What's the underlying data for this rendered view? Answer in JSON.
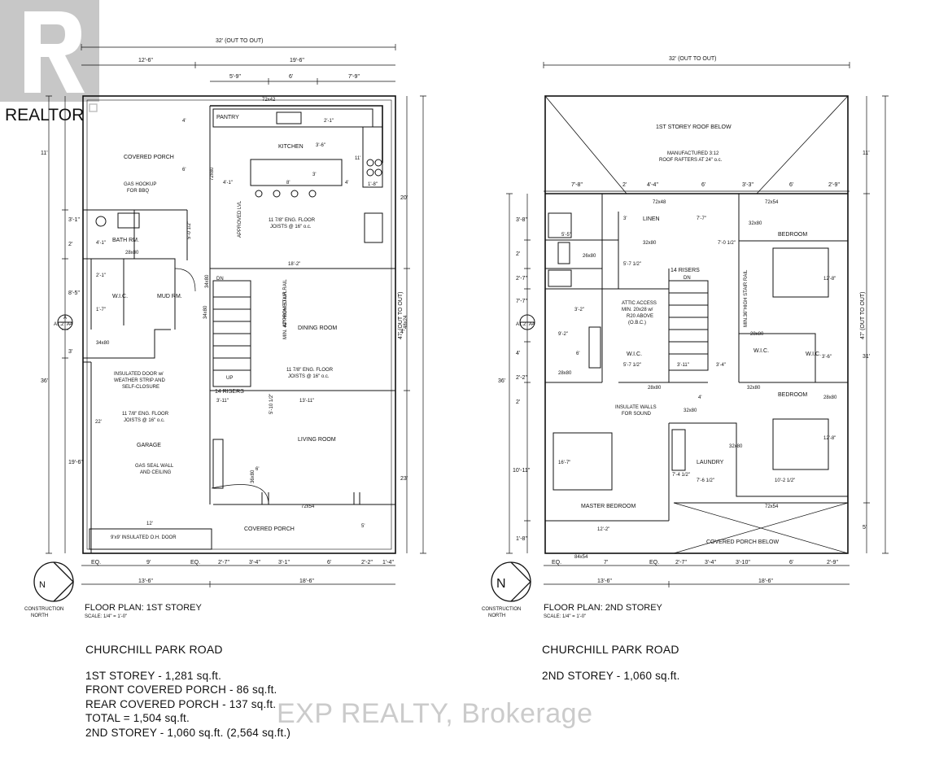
{
  "branding": {
    "logo_text": "REALTOR",
    "watermark": "EXP REALTY, Brokerage"
  },
  "plan1": {
    "title": "FLOOR PLAN: 1ST STOREY",
    "scale": "SCALE: 1/4\" = 1'-0\"",
    "north_label1": "CONSTRUCTION",
    "north_label2": "NORTH",
    "north_letter": "N",
    "dim_overall": "32' (OUT TO OUT)",
    "dim_top_left": "12'-6\"",
    "dim_top_right": "19'-6\"",
    "dim_top_a": "5'-9\"",
    "dim_top_b": "6'",
    "dim_top_c": "7'-9\"",
    "dim_right_outer": "47' (OUT TO OUT)",
    "dim_right_20": "20'",
    "dim_right_4": "4'",
    "dim_right_23": "23'",
    "dim_left_11": "11'",
    "dim_left_36": "36'",
    "dim_left_31": "3'-1\"",
    "dim_left_2": "2'",
    "dim_left_85": "8'-5\"",
    "dim_left_3": "3'",
    "dim_left_196": "19'-6\"",
    "dim_bottom": [
      "EQ.",
      "9'",
      "EQ.",
      "2'-7\"",
      "3'-4\"",
      "3'-1\"",
      "6'",
      "2'-2\"",
      "1'-4\""
    ],
    "dim_bottom_left": "13'-6\"",
    "dim_bottom_right": "18'-6\"",
    "rooms": {
      "pantry": "PANTRY",
      "kitchen": "KITCHEN",
      "covered_porch_rear": "COVERED PORCH",
      "bath": "BATH RM.",
      "wic": "W.I.C.",
      "mud": "MUD RM.",
      "dining": "DINING ROOM",
      "living": "LIVING ROOM",
      "garage": "GARAGE",
      "covered_porch_front": "COVERED PORCH"
    },
    "notes": {
      "gas1": "GAS HOOKUP",
      "gas2": "FOR BBQ",
      "joist1a": "11 7/8\" ENG. FLOOR",
      "joist1b": "JOISTS @ 16\" o.c.",
      "joist2a": "11 7/8\" ENG. FLOOR",
      "joist2b": "JOISTS @ 16\" o.c.",
      "joist3a": "11 7/8\" ENG. FLOOR",
      "joist3b": "JOISTS @ 16\" o.c.",
      "door1": "INSULATED DOOR w/",
      "door2": "WEATHER STRIP AND",
      "door3": "SELF-CLOSURE",
      "gas_seal1": "GAS SEAL WALL",
      "gas_seal2": "AND CEILING",
      "ohdoor": "9'x9' INSULATED O.H. DOOR",
      "risers": "14 RISERS",
      "approved1": "APPROVED LVL",
      "approved2": "APPROVED LVL",
      "stair_rail": "MIN. 42\" HIGH STAIR RAIL",
      "dn": "DN",
      "up": "UP",
      "grid": "A1.2",
      "grid_a": "A",
      "grid_num": "A4"
    },
    "labels": {
      "d7242": "72x42",
      "d7280": "72x80",
      "d2880": "28x80",
      "d3480a": "34x80",
      "d3480b": "34x80",
      "d3480c": "34x80",
      "d4824": "48x24",
      "d3680": "36x80",
      "d7254": "72x54",
      "k4": "4'",
      "k6": "6'",
      "k4_1": "4'-1\"",
      "k8": "8'",
      "k4b": "4'",
      "k2_1": "2'-1\"",
      "k3_6": "3'-6\"",
      "k11": "11'",
      "k3": "3'",
      "k50": "5'-0 1/2\"",
      "k18_2": "18'-2\"",
      "k3_11": "3'-11\"",
      "k13_11": "13'-11\"",
      "k5_10": "5'-10 1/2\"",
      "k6b": "6'",
      "k22": "22'",
      "k12": "12'",
      "k5": "5'",
      "k4_1b": "4'-1\"",
      "k1_7": "1'-7\"",
      "k2_1b": "2'-1\"",
      "k1_8": "1'-8\""
    }
  },
  "plan2": {
    "title": "FLOOR PLAN: 2ND STOREY",
    "scale": "SCALE: 1/4\" = 1'-0\"",
    "north_label1": "CONSTRUCTION",
    "north_label2": "NORTH",
    "north_letter": "N",
    "dim_overall": "32' (OUT TO OUT)",
    "dim_top": [
      "7'-8\"",
      "2'",
      "4'-4\"",
      "6'",
      "3'-3\"",
      "6'",
      "2'-9\""
    ],
    "dim_right_outer": "47' (OUT TO OUT)",
    "dim_right_11": "11'",
    "dim_right_31": "31'",
    "dim_right_5": "5'",
    "dim_left_36": "36'",
    "dim_left_38": "3'-8\"",
    "dim_left_2a": "2'",
    "dim_left_27": "2'-7\"",
    "dim_left_77": "7'-7\"",
    "dim_left_4": "4'",
    "dim_left_22": "2'-2\"",
    "dim_left_2b": "2'",
    "dim_left_1011": "10'-11\"",
    "dim_left_18": "1'-8\"",
    "dim_bottom": [
      "EQ.",
      "7'",
      "EQ.",
      "2'-7\"",
      "3'-4\"",
      "3'-10\"",
      "6'",
      "2'-9\""
    ],
    "dim_bottom_left": "13'-6\"",
    "dim_bottom_right": "18'-6\"",
    "rooms": {
      "roof_below": "1ST STOREY ROOF BELOW",
      "linen": "LINEN",
      "bedroom1": "BEDROOM",
      "wic1": "W.I.C.",
      "wic2": "W.I.C.",
      "wic3": "W.I.C.",
      "bedroom2": "BEDROOM",
      "master": "MASTER BEDROOM",
      "laundry": "LAUNDRY",
      "porch_below": "COVERED PORCH BELOW"
    },
    "notes": {
      "rafters1": "MANUFACTURED 3:12",
      "rafters2": "ROOF RAFTERS AT 24\" o.c.",
      "risers": "14 RISERS",
      "dn": "DN",
      "stair_rail": "MIN.36\"HIGH STAIR RAIL",
      "attic1": "ATTIC ACCESS",
      "attic2": "MIN. 20x28 w/",
      "attic3": "R20 ABOVE",
      "attic4": "(O.B.C.)",
      "insulate1": "INSULATE WALLS",
      "insulate2": "FOR SOUND",
      "grid": "A1.2",
      "grid_num": "A4"
    },
    "labels": {
      "d7248": "72x48",
      "d7254a": "72x54",
      "d3280a": "32x80",
      "d3280b": "32x80",
      "d2680": "26x80",
      "d2880a": "28x80",
      "d2880b": "28x80",
      "d2880c": "28x80",
      "d3280c": "32x80",
      "d3280d": "32x80",
      "d3280e": "32x80",
      "d2880d": "28x80",
      "d7254b": "72x54",
      "d8454": "84x54",
      "k3": "3'",
      "k77": "7'-7\"",
      "k70": "7'-0 1/2\"",
      "k5_5": "5'-5\"",
      "k5_7": "5'-7 1/2\"",
      "k5_7b": "5'-7 1/2\"",
      "k3_2": "3'-2\"",
      "k9_2": "9'-2\"",
      "k6": "6'",
      "k3_11": "3'-11\"",
      "k3_4": "3'-4\"",
      "k12_2": "12'-2\"",
      "k7_6": "7'-6 1/2\"",
      "k7_4": "7'-4 1/2\"",
      "k10_2": "10'-2 1/2\"",
      "k12_b": "12'-8\"",
      "k12_c": "12'-8\"",
      "k16_7": "16'-7\"",
      "k3_6": "3'-6\"",
      "k4": "4'"
    }
  },
  "summary_left": {
    "street": "CHURCHILL PARK ROAD",
    "line1": "1ST STOREY - 1,281 sq.ft.",
    "line2": "FRONT COVERED PORCH - 86 sq.ft.",
    "line3": "REAR COVERED PORCH - 137 sq.ft.",
    "line4": "TOTAL = 1,504 sq.ft.",
    "line5": "2ND STOREY - 1,060 sq.ft. (2,564 sq.ft.)"
  },
  "summary_right": {
    "street": "CHURCHILL PARK ROAD",
    "line1": "2ND STOREY - 1,060 sq.ft."
  }
}
